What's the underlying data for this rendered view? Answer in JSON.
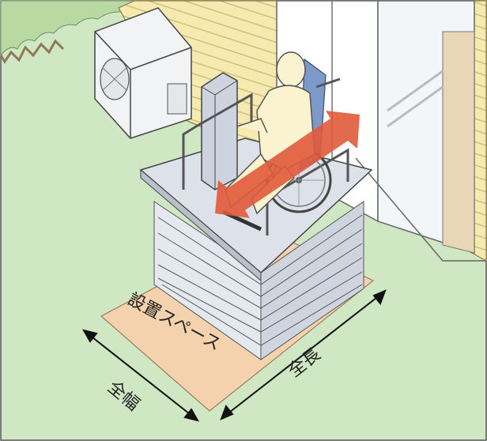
{
  "labels": {
    "install_space": "設置スペース",
    "overall_width": "全幅",
    "overall_length": "全長"
  },
  "colors": {
    "ground": "#cfe7c3",
    "house_siding": "#f6eab1",
    "siding_line": "#c9b770",
    "install_pad": "#f3d2ad",
    "lift_metal": "#d9dee8",
    "lift_shadow": "#9aa3b3",
    "arrow_red": "#e05a3a",
    "person": "#fbf2cf",
    "wheelchair_blue": "#7c99c9",
    "outline": "#3a3a3a"
  },
  "icons": {
    "movement_arrow": "double-headed-arrow-icon",
    "dimension_arrow": "dimension-arrow-icon"
  }
}
